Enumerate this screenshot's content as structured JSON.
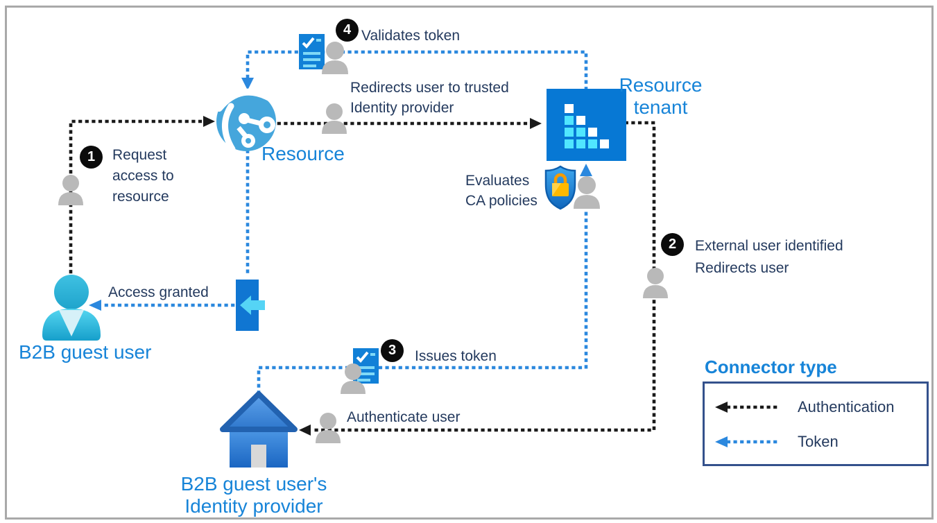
{
  "steps": [
    {
      "number": "1",
      "lines": [
        "Request",
        "access to",
        "resource"
      ]
    },
    {
      "number": "2",
      "lines": [
        "External user identified",
        "Redirects user"
      ]
    },
    {
      "number": "3",
      "lines": [
        "Issues token"
      ]
    },
    {
      "number": "4",
      "lines": [
        "Validates token"
      ]
    }
  ],
  "nodes": {
    "resource": {
      "label": "Resource",
      "icon": "globe-network-icon"
    },
    "resource_tenant": {
      "label_line1": "Resource",
      "label_line2": "tenant",
      "icon": "tenant-building-icon"
    },
    "guest_user": {
      "label": "B2B guest user",
      "icon": "guest-person-icon"
    },
    "identity_provider": {
      "label_line1": "B2B guest user's",
      "label_line2": "Identity provider",
      "icon": "home-icon"
    }
  },
  "annotations": {
    "redirect": {
      "line1": "Redirects user to trusted",
      "line2": "Identity provider"
    },
    "evaluates": {
      "line1": "Evaluates",
      "line2": "CA policies"
    },
    "access_granted": "Access granted",
    "authenticate_user": "Authenticate user"
  },
  "legend": {
    "title": "Connector type",
    "items": [
      {
        "label": "Authentication",
        "style": "black-dotted",
        "color": "#1A1A1A"
      },
      {
        "label": "Token",
        "style": "blue-dotted",
        "color": "#2B88DE"
      }
    ]
  },
  "colors": {
    "auth_line": "#1A1A1A",
    "token_line": "#2B88DE",
    "label_blue": "#1784D8",
    "text_navy": "#243A5E",
    "tenant_blue": "#0778D4",
    "tenant_cyan": "#50E6FF",
    "person_gray": "#B9B9B9",
    "badge_black": "#0B0B0B",
    "shield_gold": "#FFB900"
  }
}
